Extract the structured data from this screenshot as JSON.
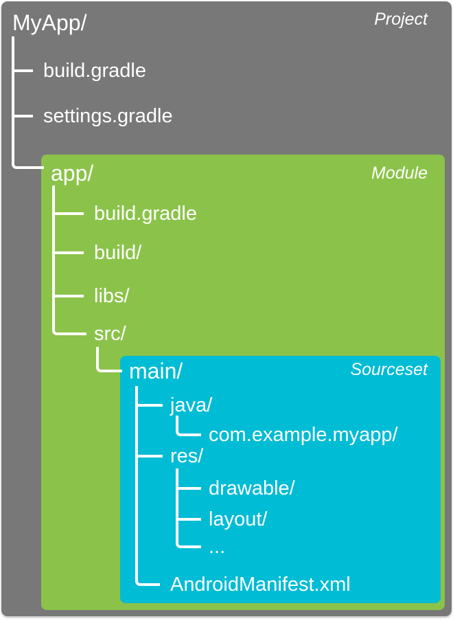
{
  "project": {
    "title": "MyApp/",
    "type_label": "Project",
    "items": [
      "build.gradle",
      "settings.gradle"
    ]
  },
  "module": {
    "title": "app/",
    "type_label": "Module",
    "items": [
      "build.gradle",
      "build/",
      "libs/",
      "src/"
    ]
  },
  "sourceset": {
    "title": "main/",
    "type_label": "Sourceset",
    "items": [
      "java/",
      "com.example.myapp/",
      "res/",
      "drawable/",
      "layout/",
      "...",
      "AndroidManifest.xml"
    ]
  },
  "colors": {
    "project_bg": "#787878",
    "module_bg": "#8BC34A",
    "sourceset_bg": "#00BCD4",
    "tree_line": "#FFFFFF",
    "text": "#FFFFFF"
  }
}
